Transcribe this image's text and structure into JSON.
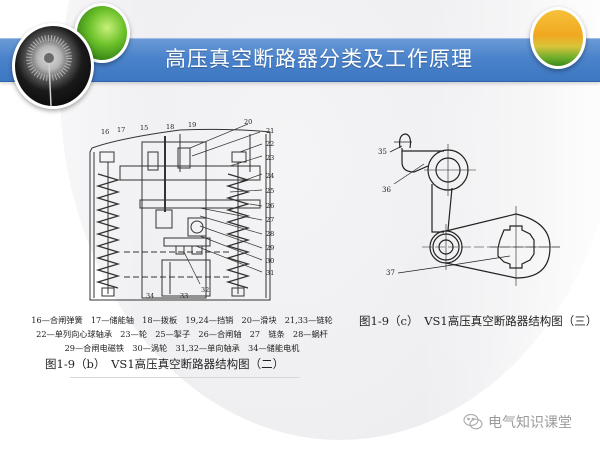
{
  "slide": {
    "title": "高压真空断路器分类及工作原理",
    "colors": {
      "banner_blue": "#4a83cb",
      "background": "#ffffff",
      "line_drawing": "#333333",
      "watermark_gray": "#9a9a9a"
    },
    "decorations": [
      "dandelion-photo",
      "green-leaf-photo",
      "yellow-tulip-photo"
    ]
  },
  "figure_b": {
    "callout_numbers": [
      "16",
      "17",
      "15",
      "18",
      "19",
      "20",
      "21",
      "22",
      "23",
      "24",
      "25",
      "26",
      "27",
      "28",
      "29",
      "30",
      "31",
      "32",
      "33",
      "34"
    ],
    "legend_rows": [
      "16—合闸弹簧　17—储能轴　18—拨板　19,24—挡销　20—滑块　21,33—链轮",
      "22—单列向心球轴承　23—轮　25—掣子　26—合闸轴　27　链条　28—蜗杆",
      "29—合闸电磁铁　30—涡轮　31,32—单向轴承　34—储能电机"
    ],
    "caption": "图1-9（b）　VS1高压真空断路器结构图（二）"
  },
  "figure_c": {
    "callout_numbers": [
      "35",
      "36",
      "37"
    ],
    "caption": "图1-9（c）　VS1高压真空断路器结构图（三）"
  },
  "watermark": {
    "icon": "wechat-icon",
    "text": "电气知识课堂"
  }
}
